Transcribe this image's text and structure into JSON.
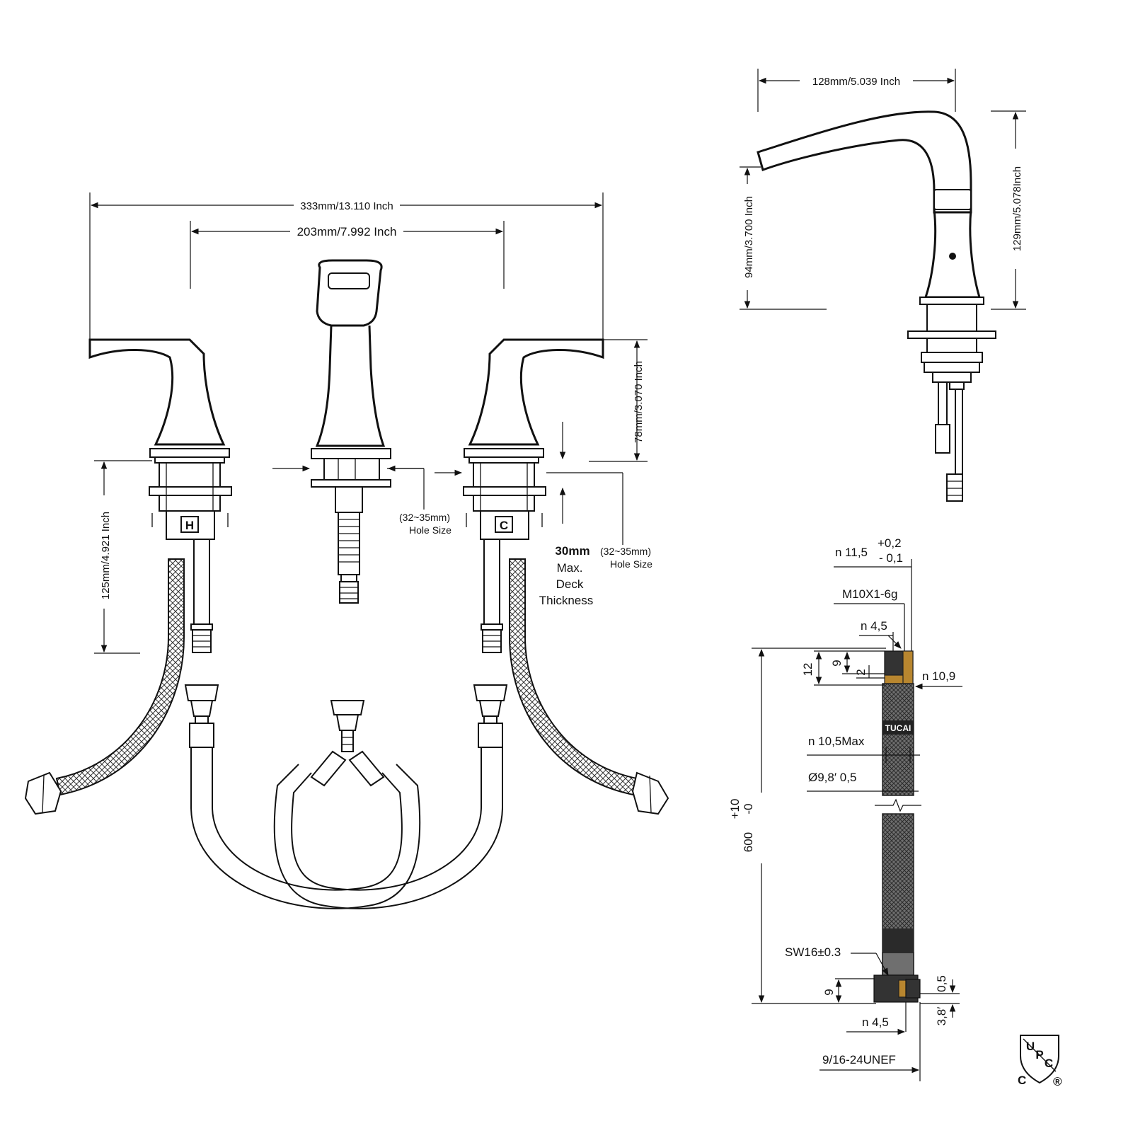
{
  "faucet_front_view": {
    "overall_width": "333mm/13.110 Inch",
    "center_spacing": "203mm/7.992 Inch",
    "handle_height": "78mm/3.070 Inch",
    "below_deck_length": "125mm/4.921 Inch",
    "hole_size_left": [
      "(32~35mm)",
      "Hole Size"
    ],
    "hole_size_right": [
      "(32~35mm)",
      "Hole Size"
    ],
    "deck_thickness_value": "30mm",
    "deck_thickness_lines": [
      "Max.",
      "Deck",
      "Thickness"
    ],
    "hot_label": "H",
    "cold_label": "C"
  },
  "spout_side_view": {
    "reach": "128mm/5.039 Inch",
    "spout_height": "94mm/3.700 Inch",
    "total_height": "129mm/5.078Inch"
  },
  "supply_hose": {
    "brand_text": "TUCAI",
    "top_dims": {
      "n11_5_main": "n 11,5",
      "tol_plus": "+0,2",
      "tol_minus": "- 0,1",
      "thread": "M10X1-6g",
      "n4_5_top": "n 4,5",
      "h12": "12",
      "h9_top": "9",
      "h2": "2",
      "n10_9": "n 10,9"
    },
    "body_dims": {
      "n10_5max": "n 10,5Max",
      "dia9_8": "Ø9,8′ 0,5"
    },
    "length": {
      "main": "600",
      "tol_plus": "+10",
      "tol_minus": "-0"
    },
    "bottom_dims": {
      "sw16": "SW16±0.3",
      "h9_bottom": "9",
      "v0_5": "0,5",
      "v3_8": "3,8′",
      "n4_5_bottom": "n 4,5",
      "unef": "9/16-24UNEF"
    }
  },
  "certification": {
    "upc_letters": [
      "U",
      "P",
      "C"
    ],
    "c_mark": "C",
    "registered_mark": "®"
  }
}
